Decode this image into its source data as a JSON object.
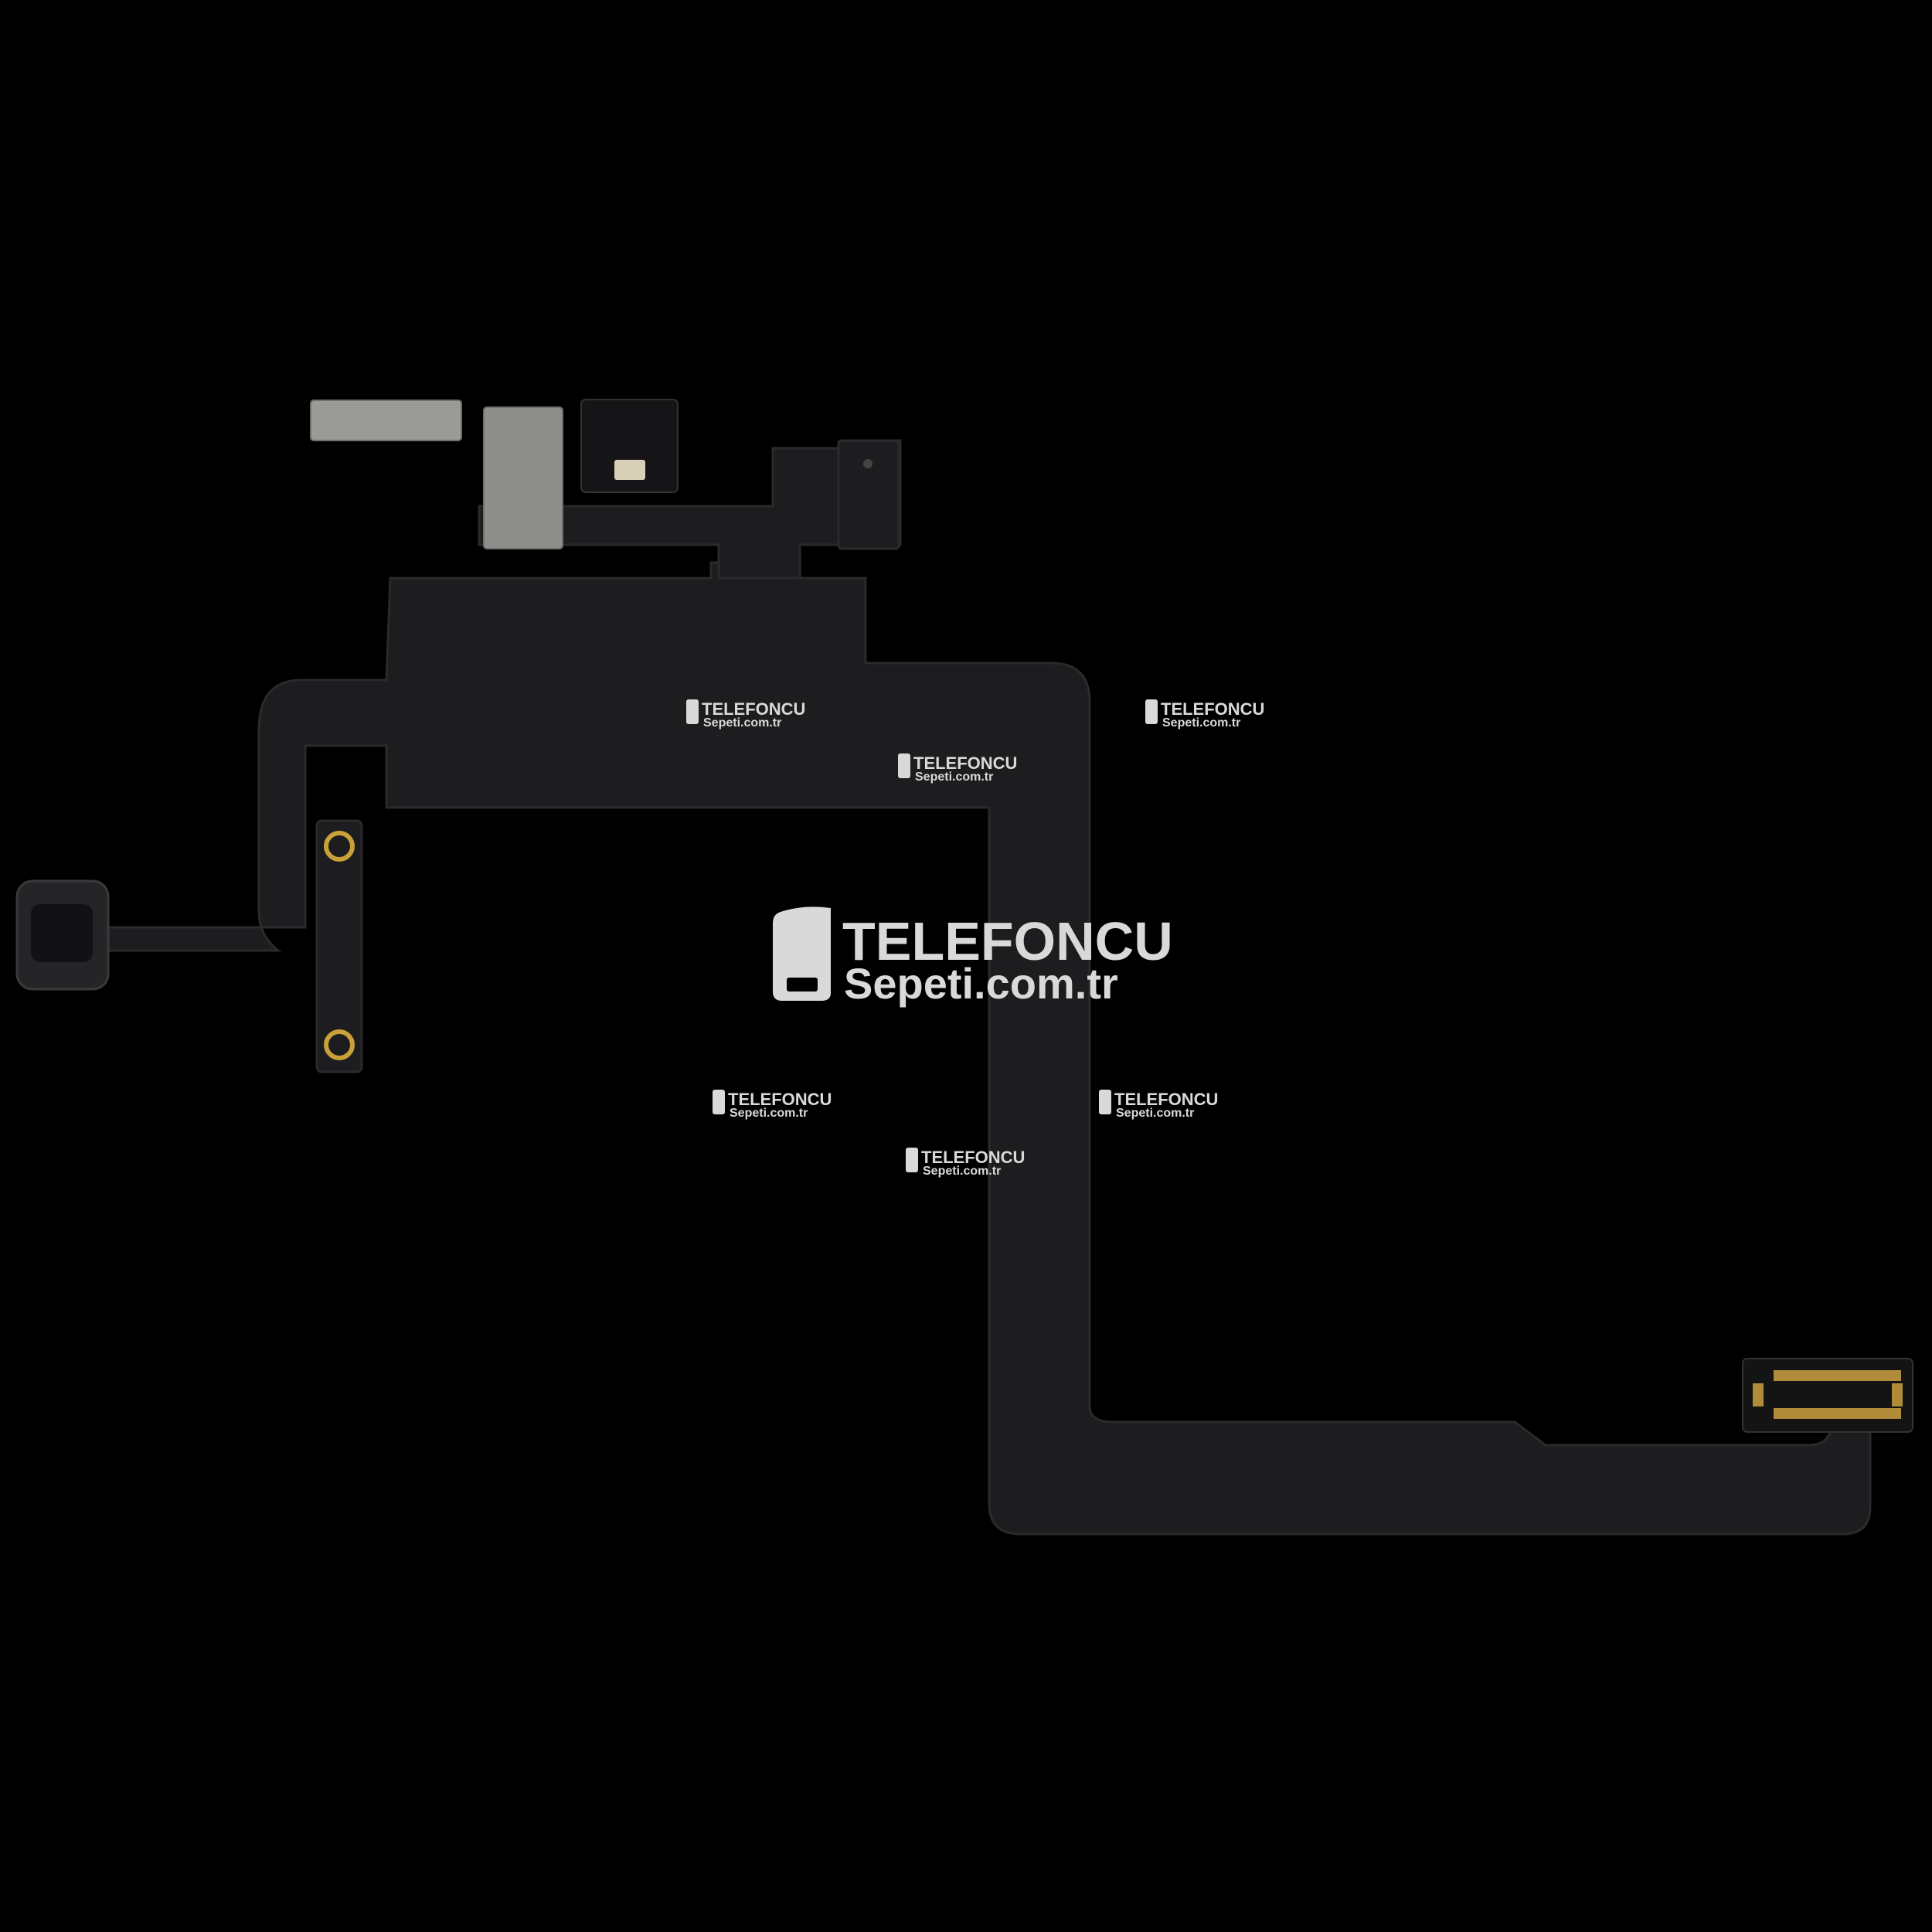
{
  "scene": {
    "subject": "flex-cable",
    "background_color": "#000000",
    "cable_color": "#1d1d1f",
    "cable_edge_color": "#2a2a2d",
    "gold_pad_color": "#c9a13a",
    "steel_plate_color": "#9a9a96"
  },
  "watermark": {
    "brand_line1": "TELEFONCU",
    "brand_line2": "Sepeti.com.tr",
    "color": "#d9d9d9",
    "icon": "phone-leaf-icon"
  }
}
